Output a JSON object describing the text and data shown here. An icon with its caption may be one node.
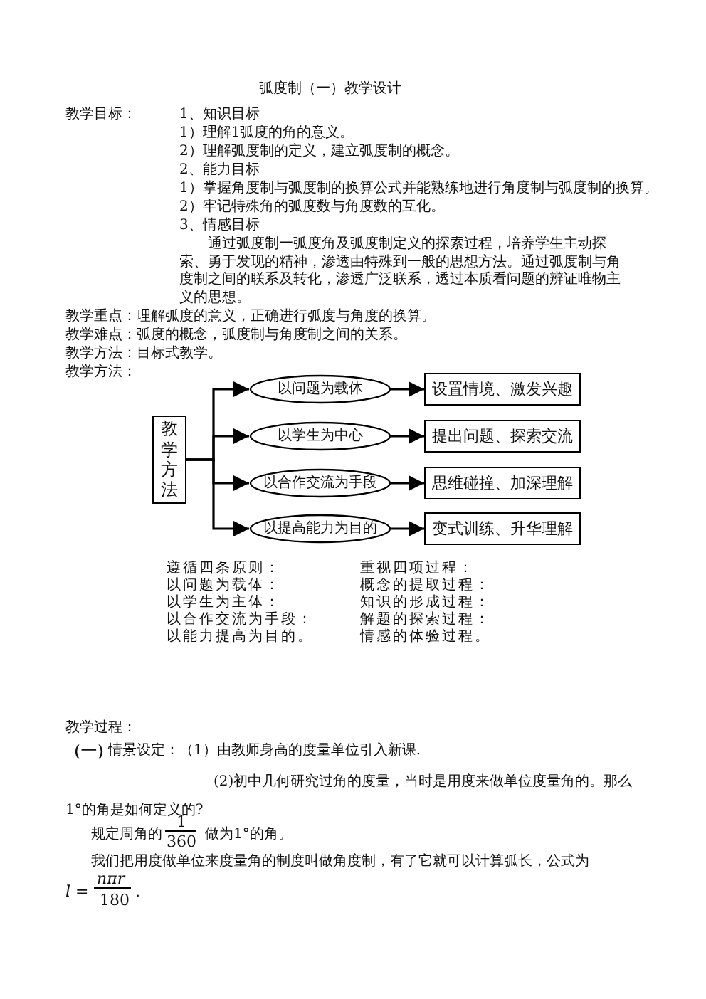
{
  "diagram": {
    "title": "弧度制（一）教学设计",
    "nodes": [
      {
        "text": [
          "教学方法"
        ]
      },
      {
        "text": [
          "以问题为载体"
        ]
      },
      {
        "text": [
          "设置情境、激发兴趣"
        ]
      },
      {
        "text": [
          "以学生为中心"
        ]
      },
      {
        "text": [
          "提出问题、探索交流"
        ]
      },
      {
        "text": [
          "以合作交流为手段"
        ]
      },
      {
        "text": [
          "思维碰撞、加深理解"
        ]
      },
      {
        "text": [
          "以提高能力为目的"
        ]
      },
      {
        "text": [
          "变式训练、升华理解"
        ]
      }
    ],
    "edges": [
      {
        "from": 0,
        "to": 1,
        "arrow": "to"
      },
      {
        "from": 0,
        "to": 3,
        "arrow": "to"
      },
      {
        "from": 0,
        "to": 5,
        "arrow": "to"
      },
      {
        "from": 0,
        "to": 7,
        "arrow": "to"
      },
      {
        "from": 1,
        "to": 2,
        "arrow": "to"
      },
      {
        "from": 3,
        "to": 4,
        "arrow": "to"
      },
      {
        "from": 5,
        "to": 6,
        "arrow": "to"
      },
      {
        "from": 7,
        "to": 8,
        "arrow": "to"
      }
    ],
    "labels": [
      "教学目标：",
      "1、知识目标",
      "1）理解1弧度的角的意义。",
      "2）理解弧度制的定义，建立弧度制的概念。",
      "2、能力目标",
      "1）掌握角度制与弧度制的换算公式并能熟练地进行角度制与弧度制的换算。",
      "2）牢记特殊角的弧度数与角度数的互化。",
      "3、情感目标",
      "通过弧度制一弧度角及弧度制定义的探索过程，培养学生主动探索、勇于发现的精神，渗透由特殊到一般的思想方法。通过弧度制与角度制之间的联系及转化，渗透广泛联系，透过本质看问题的辨证唯物主义的思想。",
      "教学重点：理解弧度的意义，正确进行弧度与角度的换算。",
      "教学难点：弧度的概念，弧度制与角度制之间的关系。",
      "教学方法：目标式教学。",
      "教学方法：",
      "遵循四条原则：",
      "重视四项过程：",
      "以问题为载体：",
      "概念的提取过程：",
      "以学生为主体：",
      "知识的形成过程：",
      "以合作交流为手段：",
      "解题的探索过程：",
      "以能力提高为目的。",
      "情感的体验过程。",
      "教学过程：",
      "（一）",
      "情景设定：（1）由教师身高的度量单位引入新课.",
      "(2)初中几何研究过角的度量，当时是用度来做单位度量角的。那么1°的角是如何定义的?",
      "规定周角的",
      "1",
      "360",
      "做为1°的角。",
      "我们把用度做单位来度量角的制度叫做角度制，有了它就可以计算弧长，公式为",
      "*l* =",
      "*nπr*",
      "180",
      "."
    ]
  }
}
